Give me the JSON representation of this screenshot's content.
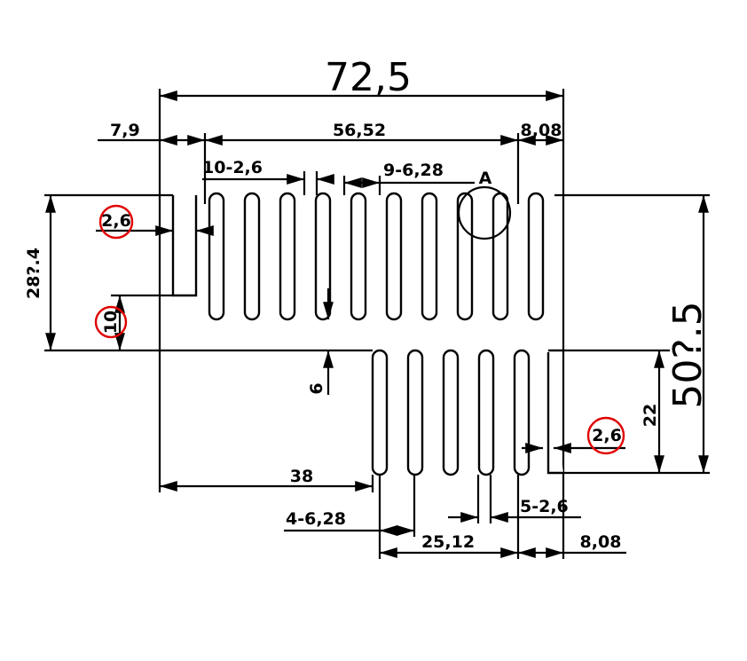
{
  "drawing": {
    "overall_width": "72,5",
    "left_offset": "7,9",
    "top_fin_span": "56,52",
    "right_offset_top": "8,08",
    "top_fin_thickness_spec": "10-2,6",
    "top_fin_pitch_spec": "9-6,28",
    "detail_label": "A",
    "left_fin_thickness": "2,6",
    "upper_height": "28?.4",
    "step_height": "10",
    "gap": "6",
    "overall_height": "50?.5",
    "lower_height": "22",
    "right_fin_thickness": "2,6",
    "base_left_length": "38",
    "bottom_fin_pitch_spec": "4-6,28",
    "bottom_fin_thickness_spec": "5-2,6",
    "bottom_fin_span": "25,12",
    "right_offset_bottom": "8,08"
  },
  "colors": {
    "line": "#000000",
    "highlight": "#e00000"
  }
}
